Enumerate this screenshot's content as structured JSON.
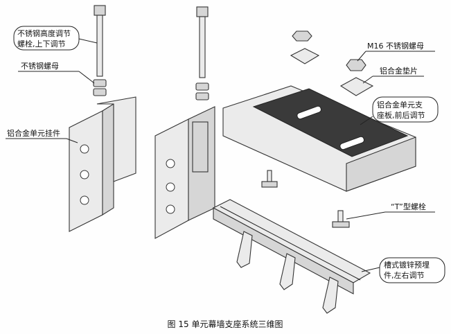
{
  "labels": {
    "adjust_bolt_line1": "不锈钢高度调节",
    "adjust_bolt_line2": "螺栓,上下调节",
    "stainless_nut": "不锈钢螺母",
    "hanger": "铝合金单元挂件",
    "m16_nut": "M16 不锈钢螺母",
    "washer": "铝合金垫片",
    "support_plate_line1": "铝合金单元支",
    "support_plate_line2": "座板,前后调节",
    "t_bolt": "“T”型螺栓",
    "embedded_channel_line1": "槽式镀锌预埋",
    "embedded_channel_line2": "件,左右调节"
  },
  "caption": "图 15   单元幕墙支座系统三维图"
}
